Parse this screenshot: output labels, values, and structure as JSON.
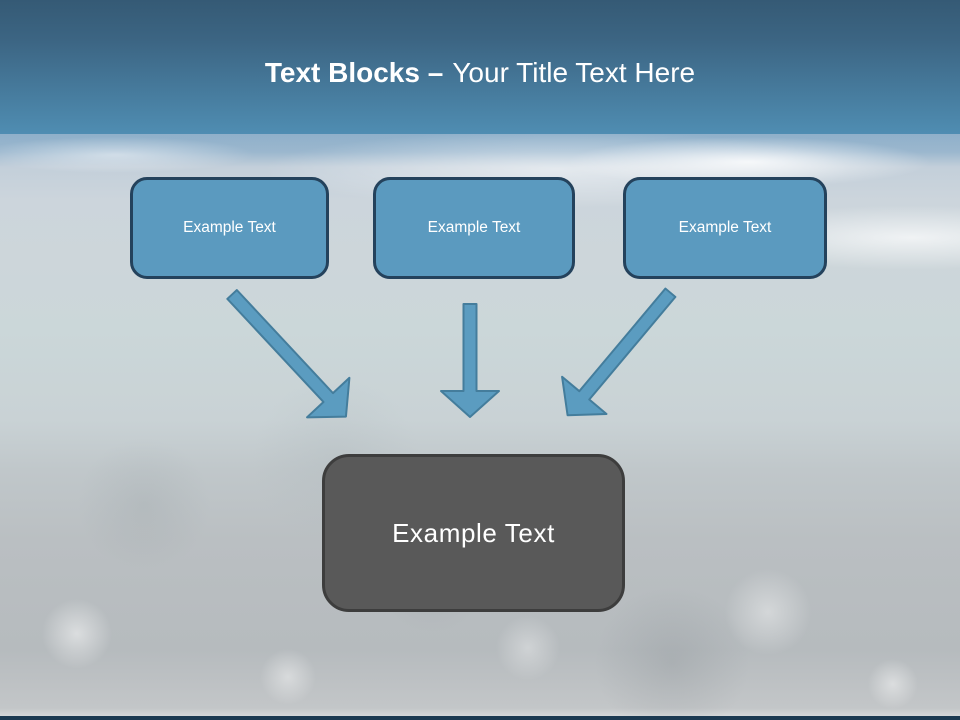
{
  "slide": {
    "title": {
      "bold": "Text Blocks –",
      "regular": "Your Title Text Here"
    }
  },
  "blocks": [
    {
      "label": "Example Text"
    },
    {
      "label": "Example Text"
    },
    {
      "label": "Example Text"
    }
  ],
  "result_block": {
    "label": "Example Text"
  },
  "arrows": [
    {
      "name": "arrow-diagonal-down-right"
    },
    {
      "name": "arrow-straight-down"
    },
    {
      "name": "arrow-diagonal-down-left"
    }
  ],
  "colors": {
    "header_top": "#355a75",
    "header_bottom": "#4f8db2",
    "title_text": "#ffffff",
    "block_fill": "#5b9abf",
    "block_border": "#24425c",
    "arrow_fill": "#5b9cc0",
    "arrow_outline": "#447d9c",
    "result_fill": "#595959",
    "result_border": "#3d3d3d",
    "footer_bar": "#1c3a52"
  }
}
